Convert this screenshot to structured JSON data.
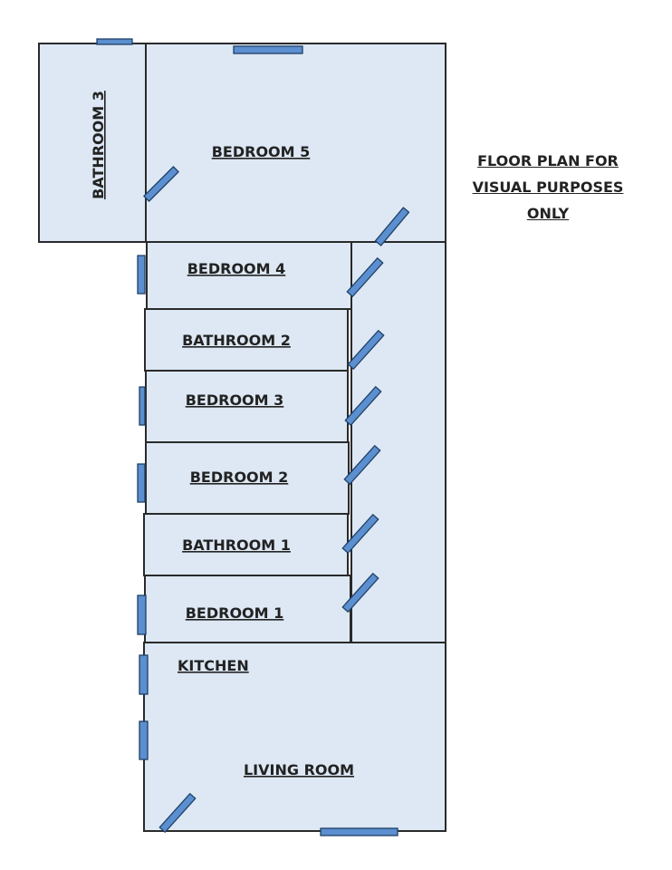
{
  "note": {
    "lines": [
      "FLOOR PLAN FOR",
      "VISUAL PURPOSES",
      "ONLY"
    ]
  },
  "rooms": {
    "bathroom_3": "BATHROOM 3",
    "bedroom_5": "BEDROOM 5",
    "bedroom_4": "BEDROOM 4",
    "bathroom_2": "BATHROOM 2",
    "bedroom_3": "BEDROOM 3",
    "bedroom_2": "BEDROOM 2",
    "bathroom_1": "BATHROOM 1",
    "bedroom_1": "BEDROOM 1",
    "kitchen": "KITCHEN",
    "living_room": "LIVING ROOM"
  },
  "colors": {
    "room_fill": "#dde8f4",
    "wall": "#2a2a2a",
    "fixture": "#5b8fcf"
  }
}
